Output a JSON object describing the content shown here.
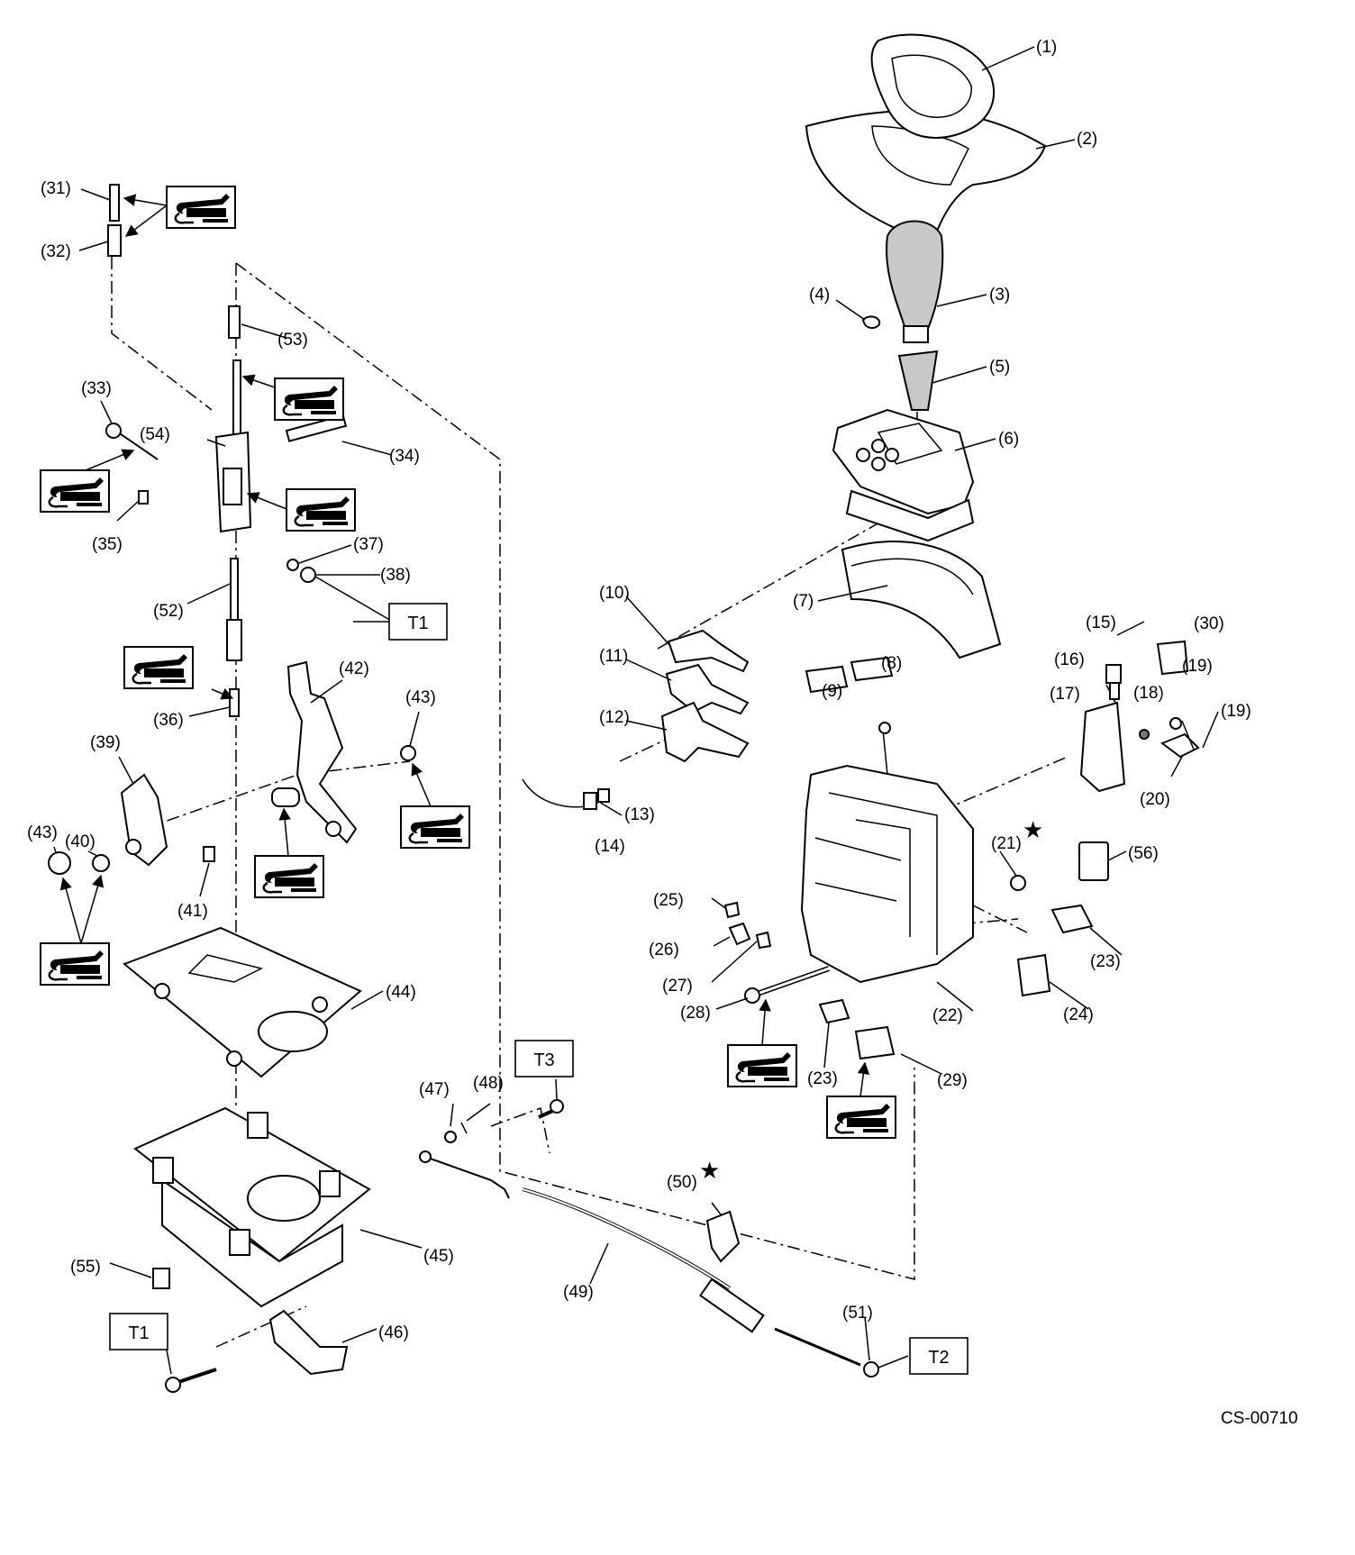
{
  "diagram": {
    "code": "CS-00710",
    "callouts": {
      "p1": "(1)",
      "p2": "(2)",
      "p3": "(3)",
      "p4": "(4)",
      "p5": "(5)",
      "p6": "(6)",
      "p7": "(7)",
      "p8": "(8)",
      "p9": "(9)",
      "p10": "(10)",
      "p11": "(11)",
      "p12": "(12)",
      "p13": "(13)",
      "p14": "(14)",
      "p15": "(15)",
      "p16": "(16)",
      "p17": "(17)",
      "p18": "(18)",
      "p19a": "(19)",
      "p19b": "(19)",
      "p20": "(20)",
      "p21": "(21)",
      "p22": "(22)",
      "p23a": "(23)",
      "p23b": "(23)",
      "p24": "(24)",
      "p25": "(25)",
      "p26": "(26)",
      "p27": "(27)",
      "p28": "(28)",
      "p29": "(29)",
      "p30": "(30)",
      "p31": "(31)",
      "p32": "(32)",
      "p33": "(33)",
      "p34": "(34)",
      "p35": "(35)",
      "p36": "(36)",
      "p37": "(37)",
      "p38": "(38)",
      "p39": "(39)",
      "p40": "(40)",
      "p41": "(41)",
      "p42": "(42)",
      "p43a": "(43)",
      "p43b": "(43)",
      "p44": "(44)",
      "p45": "(45)",
      "p46": "(46)",
      "p47": "(47)",
      "p48": "(48)",
      "p49": "(49)",
      "p50": "(50)",
      "p51": "(51)",
      "p52": "(52)",
      "p53": "(53)",
      "p54": "(54)",
      "p55": "(55)",
      "p56": "(56)"
    },
    "torque_labels": {
      "t1_upper": "T1",
      "t1_lower": "T1",
      "t2": "T2",
      "t3": "T3"
    },
    "star_symbol": "★",
    "grease_icon_name": "grease-gun-icon"
  }
}
